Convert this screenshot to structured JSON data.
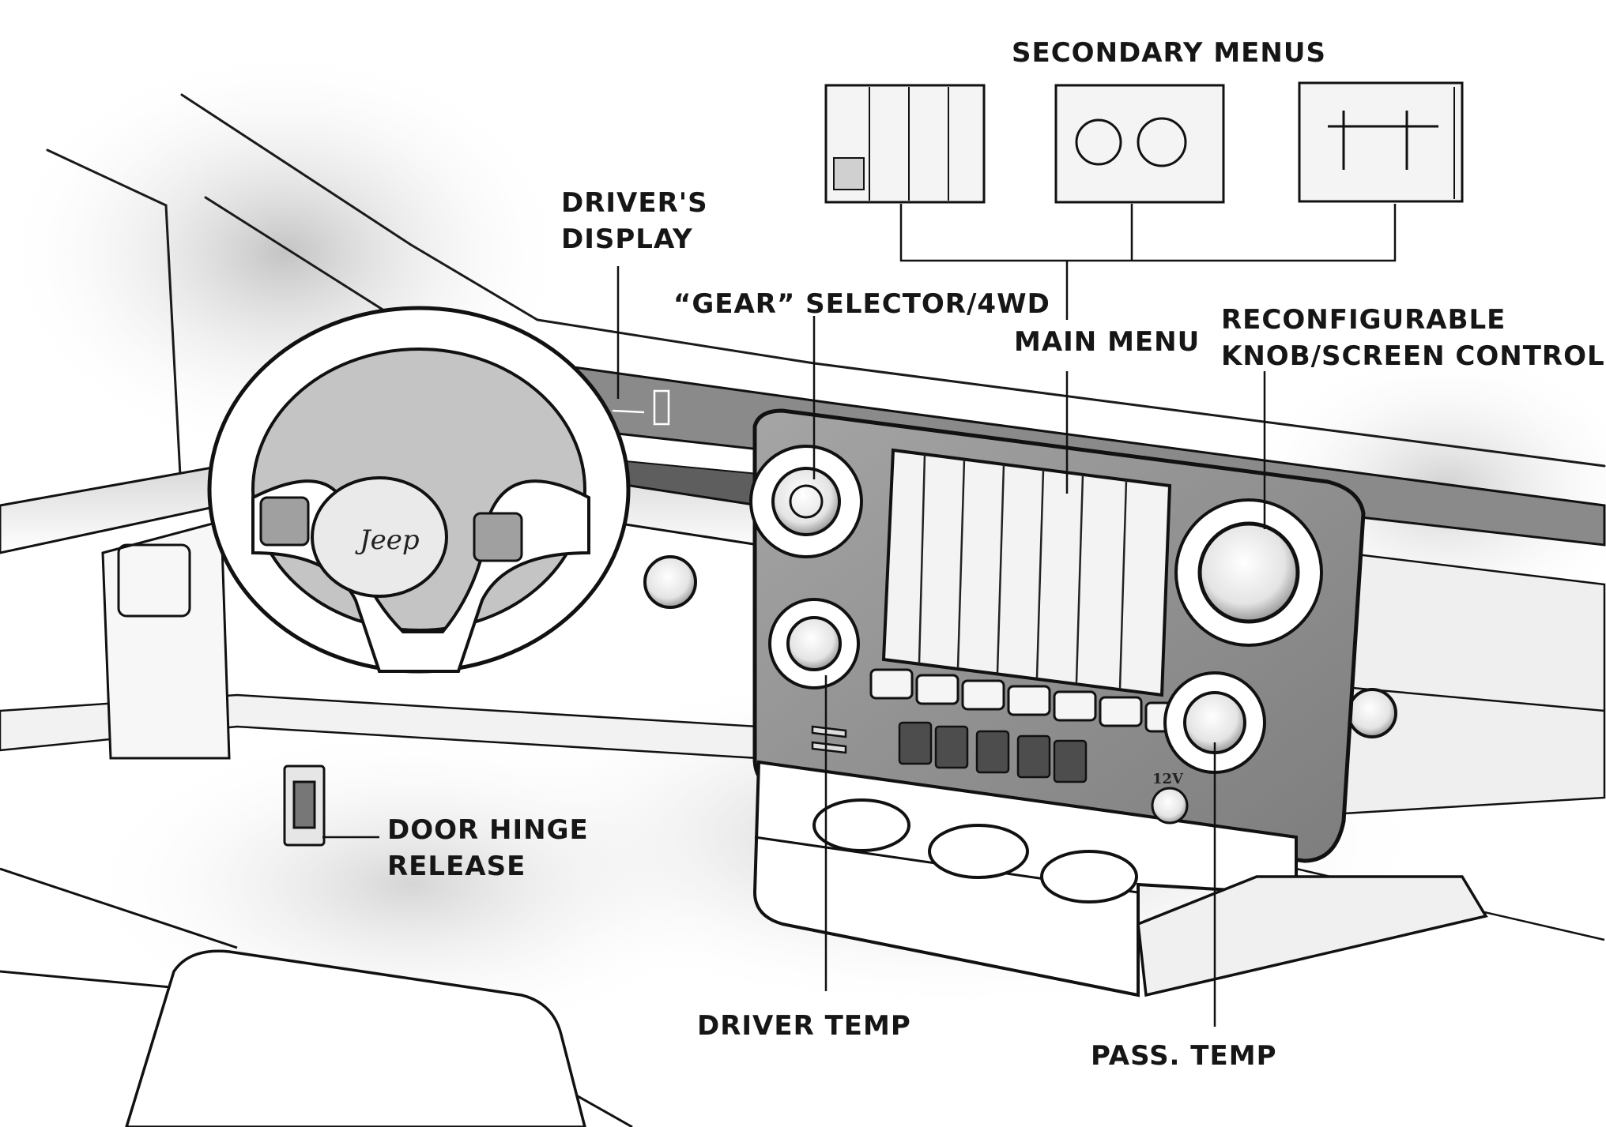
{
  "labels": {
    "secondary_menus": "SECONDARY MENUS",
    "drivers_display_1": "DRIVER'S",
    "drivers_display_2": "DISPLAY",
    "gear_selector": "“GEAR” SELECTOR/4WD",
    "main_menu": "MAIN MENU",
    "reconfigurable_1": "RECONFIGURABLE",
    "reconfigurable_2": "KNOB/SCREEN CONTROL",
    "door_hinge_1": "DOOR HINGE",
    "door_hinge_2": "RELEASE",
    "driver_temp": "DRIVER TEMP",
    "pass_temp": "PASS. TEMP"
  },
  "markings": {
    "steering_logo": "Jeep",
    "outlet": "12V"
  },
  "icons": [
    "steering-wheel-icon",
    "knob-icon",
    "touchscreen-icon",
    "cupholder-icon",
    "switch-icon"
  ],
  "colors": {
    "ink": "#161616",
    "panel_gray": "#8e8e8e",
    "screen_white": "#f2f2f2",
    "shadow": "#c8c8c8"
  }
}
